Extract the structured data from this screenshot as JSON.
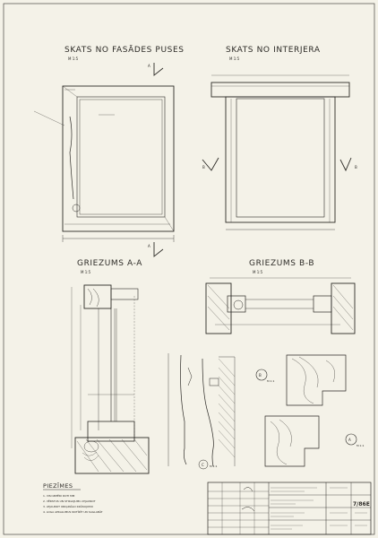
{
  "titles": {
    "facade": "SKATS NO FASĀDES PUSES",
    "interior": "SKATS NO INTERJERA",
    "section_aa": "GRIEZUMS A-A",
    "section_bb": "GRIEZUMS B-B"
  },
  "scales": {
    "facade": "M 1:5",
    "interior": "M 1:5",
    "section_aa": "M 1:5",
    "section_bb": "M 1:5",
    "detail_b": "M 1:1",
    "detail_c": "M 1:1",
    "detail_a": "M 1:1"
  },
  "section_marks": {
    "a": "A",
    "b": "B"
  },
  "detail_markers": {
    "b": "B",
    "c": "C",
    "a": "A"
  },
  "notes": {
    "heading": "PIEZĪMES",
    "items": [
      "1. VISI IZMĒRI DOTI MM",
      "2. VĒRSTUS UN STIKLOJUMU ATJAUNOT",
      "3. ATJAUNOT ORIĢINĀLO KRĀSOJUMU",
      "4. LOGA APKALUMUS NOTĪRĪT UN SAGLABĀT"
    ]
  },
  "title_block": {
    "code": "7/86E"
  }
}
